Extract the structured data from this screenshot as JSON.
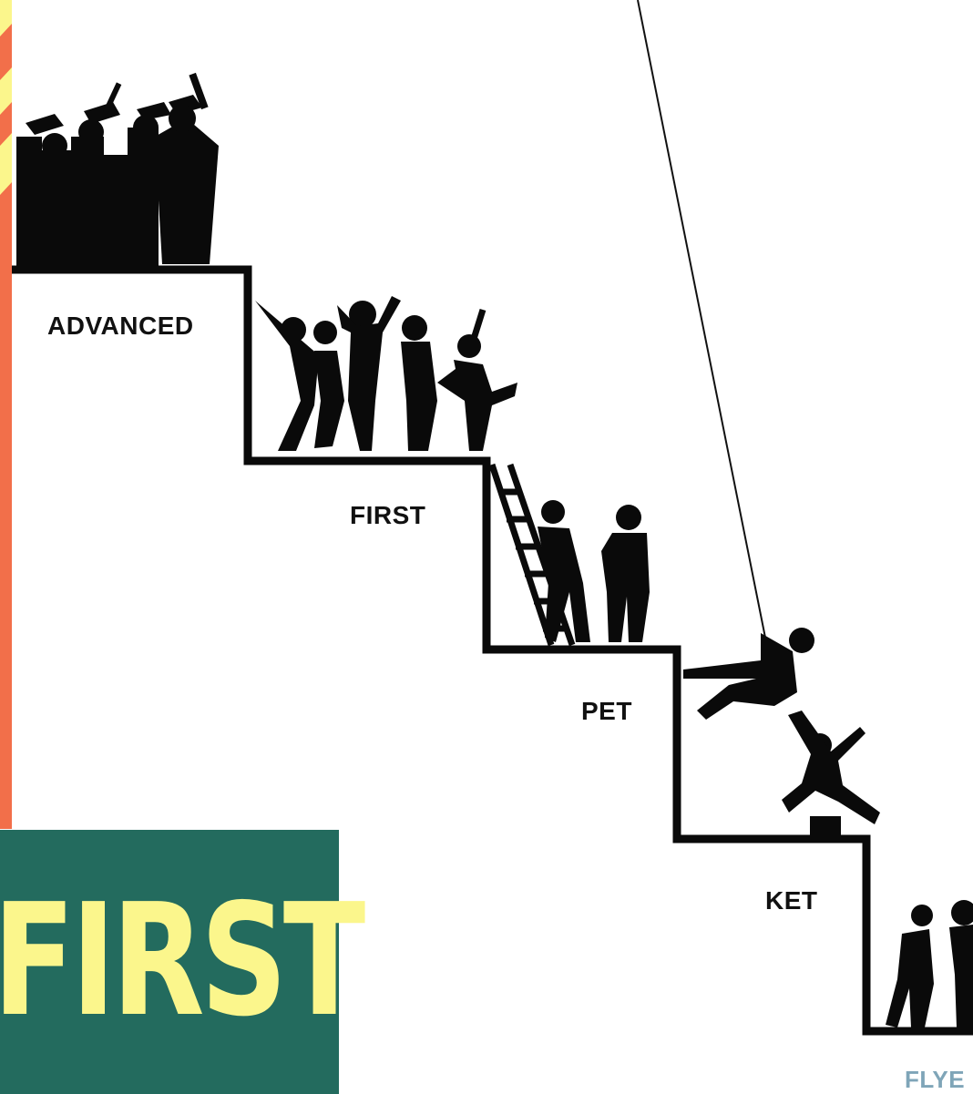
{
  "levels": {
    "advanced": "ADVANCED",
    "first": "FIRST",
    "pet": "PET",
    "ket": "KET",
    "flyers": "FLYE"
  },
  "title": "FIRST",
  "colors": {
    "band": "#f26f4a",
    "chevrons": "#fbf68c",
    "title_box": "#236b5e",
    "title_text": "#fbf68c",
    "flyers_label": "#7fa5b8",
    "silhouette": "#0a0a0a"
  }
}
